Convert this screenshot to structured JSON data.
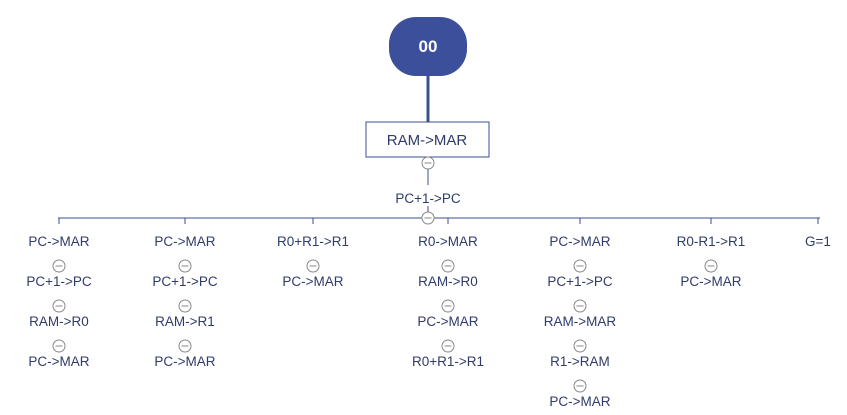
{
  "diagram": {
    "root": {
      "label": "00",
      "color": "#3b4f9a"
    },
    "step1": {
      "label": "RAM->MAR"
    },
    "step2": {
      "label": "PC+1->PC"
    },
    "branches": [
      {
        "items": [
          "PC->MAR",
          "PC+1->PC",
          "RAM->R0",
          "PC->MAR"
        ]
      },
      {
        "items": [
          "PC->MAR",
          "PC+1->PC",
          "RAM->R1",
          "PC->MAR"
        ]
      },
      {
        "items": [
          "R0+R1->R1",
          "PC->MAR"
        ]
      },
      {
        "items": [
          "R0->MAR",
          "RAM->R0",
          "PC->MAR",
          "R0+R1->R1"
        ]
      },
      {
        "items": [
          "PC->MAR",
          "PC+1->PC",
          "RAM->MAR",
          "R1->RAM",
          "PC->MAR"
        ]
      },
      {
        "items": [
          "R0-R1->R1",
          "PC->MAR"
        ]
      },
      {
        "items": [
          "G=1"
        ]
      }
    ],
    "colors": {
      "line": "#3b4f8f",
      "text": "#2f3b6b",
      "collapse": "#888888"
    }
  }
}
